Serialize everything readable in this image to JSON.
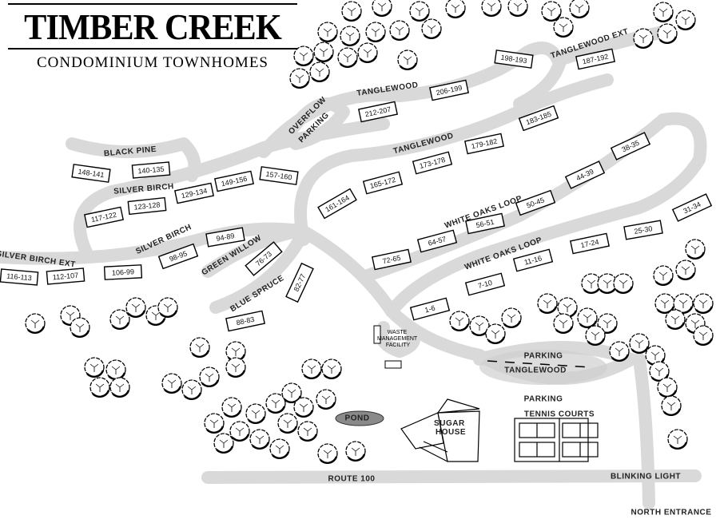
{
  "header": {
    "title": "TIMBER CREEK",
    "subtitle": "CONDOMINIUM TOWNHOMES"
  },
  "units": [
    "148-141",
    "140-135",
    "157-160",
    "149-156",
    "129-134",
    "123-128",
    "117-122",
    "161-164",
    "94-89",
    "98-95",
    "106-99",
    "112-107",
    "116-113",
    "76-73",
    "82-77",
    "88-83",
    "212-207",
    "206-199",
    "198-193",
    "187-192",
    "183-185",
    "179-182",
    "173-178",
    "165-172",
    "38-35",
    "44-39",
    "50-45",
    "56-51",
    "64-57",
    "72-65",
    "31-34",
    "25-30",
    "17-24",
    "11-16",
    "7-10",
    "1-6"
  ],
  "streets": [
    "BLACK PINE",
    "SILVER BIRCH",
    "SILVER BIRCH",
    "SILVER BIRCH EXT",
    "GREEN WILLOW",
    "BLUE SPRUCE",
    "OVERFLOW",
    "PARKING",
    "TANGLEWOOD",
    "TANGLEWOOD",
    "TANGLEWOOD EXT",
    "WHITE OAKS LOOP",
    "WHITE OAKS LOOP"
  ],
  "facilities": {
    "waste": [
      "WASTE",
      "MANAGEMENT",
      "FACILITY"
    ],
    "parking_top": "PARKING",
    "parking_street": "TANGLEWOOD",
    "parking_bottom": "PARKING",
    "tennis": "TENNIS COURTS",
    "sugar_house": [
      "SUGAR",
      "HOUSE"
    ],
    "pond": "POND",
    "route": "ROUTE 100",
    "blinking_light": "BLINKING LIGHT",
    "north_entrance": "NORTH ENTRANCE"
  },
  "colors": {
    "pond": "#8a8a8a",
    "road": "#d9d9d9"
  }
}
